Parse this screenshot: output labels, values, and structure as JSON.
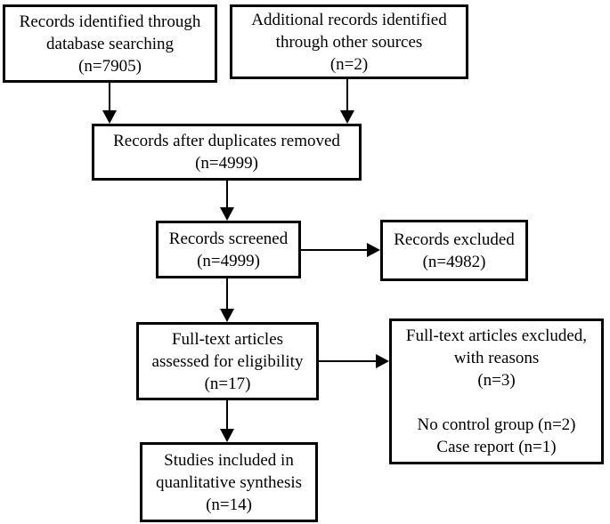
{
  "diagram": {
    "colors": {
      "page_background": "#ffffff",
      "box_background": "#ffffff",
      "box_border": "#000000",
      "arrow": "#000000",
      "text": "#000000"
    },
    "boxes": {
      "identified": {
        "lines": [
          "Records identified through",
          "database searching",
          "(n=7905)"
        ]
      },
      "additional": {
        "lines": [
          "Additional records identified",
          "through other sources",
          "(n=2)"
        ]
      },
      "duplicates_removed": {
        "lines": [
          "Records after duplicates removed",
          "(n=4999)"
        ]
      },
      "screened": {
        "lines": [
          "Records screened",
          "(n=4999)"
        ]
      },
      "excluded": {
        "lines": [
          "Records excluded",
          "(n=4982)"
        ]
      },
      "fulltext_assessed": {
        "lines": [
          "Full-text articles",
          "assessed for eligibility",
          "(n=17)"
        ]
      },
      "fulltext_excluded": {
        "lines": [
          "Full-text articles excluded,",
          "with reasons",
          "(n=3)",
          "",
          "No control group (n=2)",
          "Case report (n=1)"
        ]
      },
      "included": {
        "lines": [
          "Studies included in",
          "quanlitative synthesis",
          "(n=14)"
        ]
      }
    }
  }
}
